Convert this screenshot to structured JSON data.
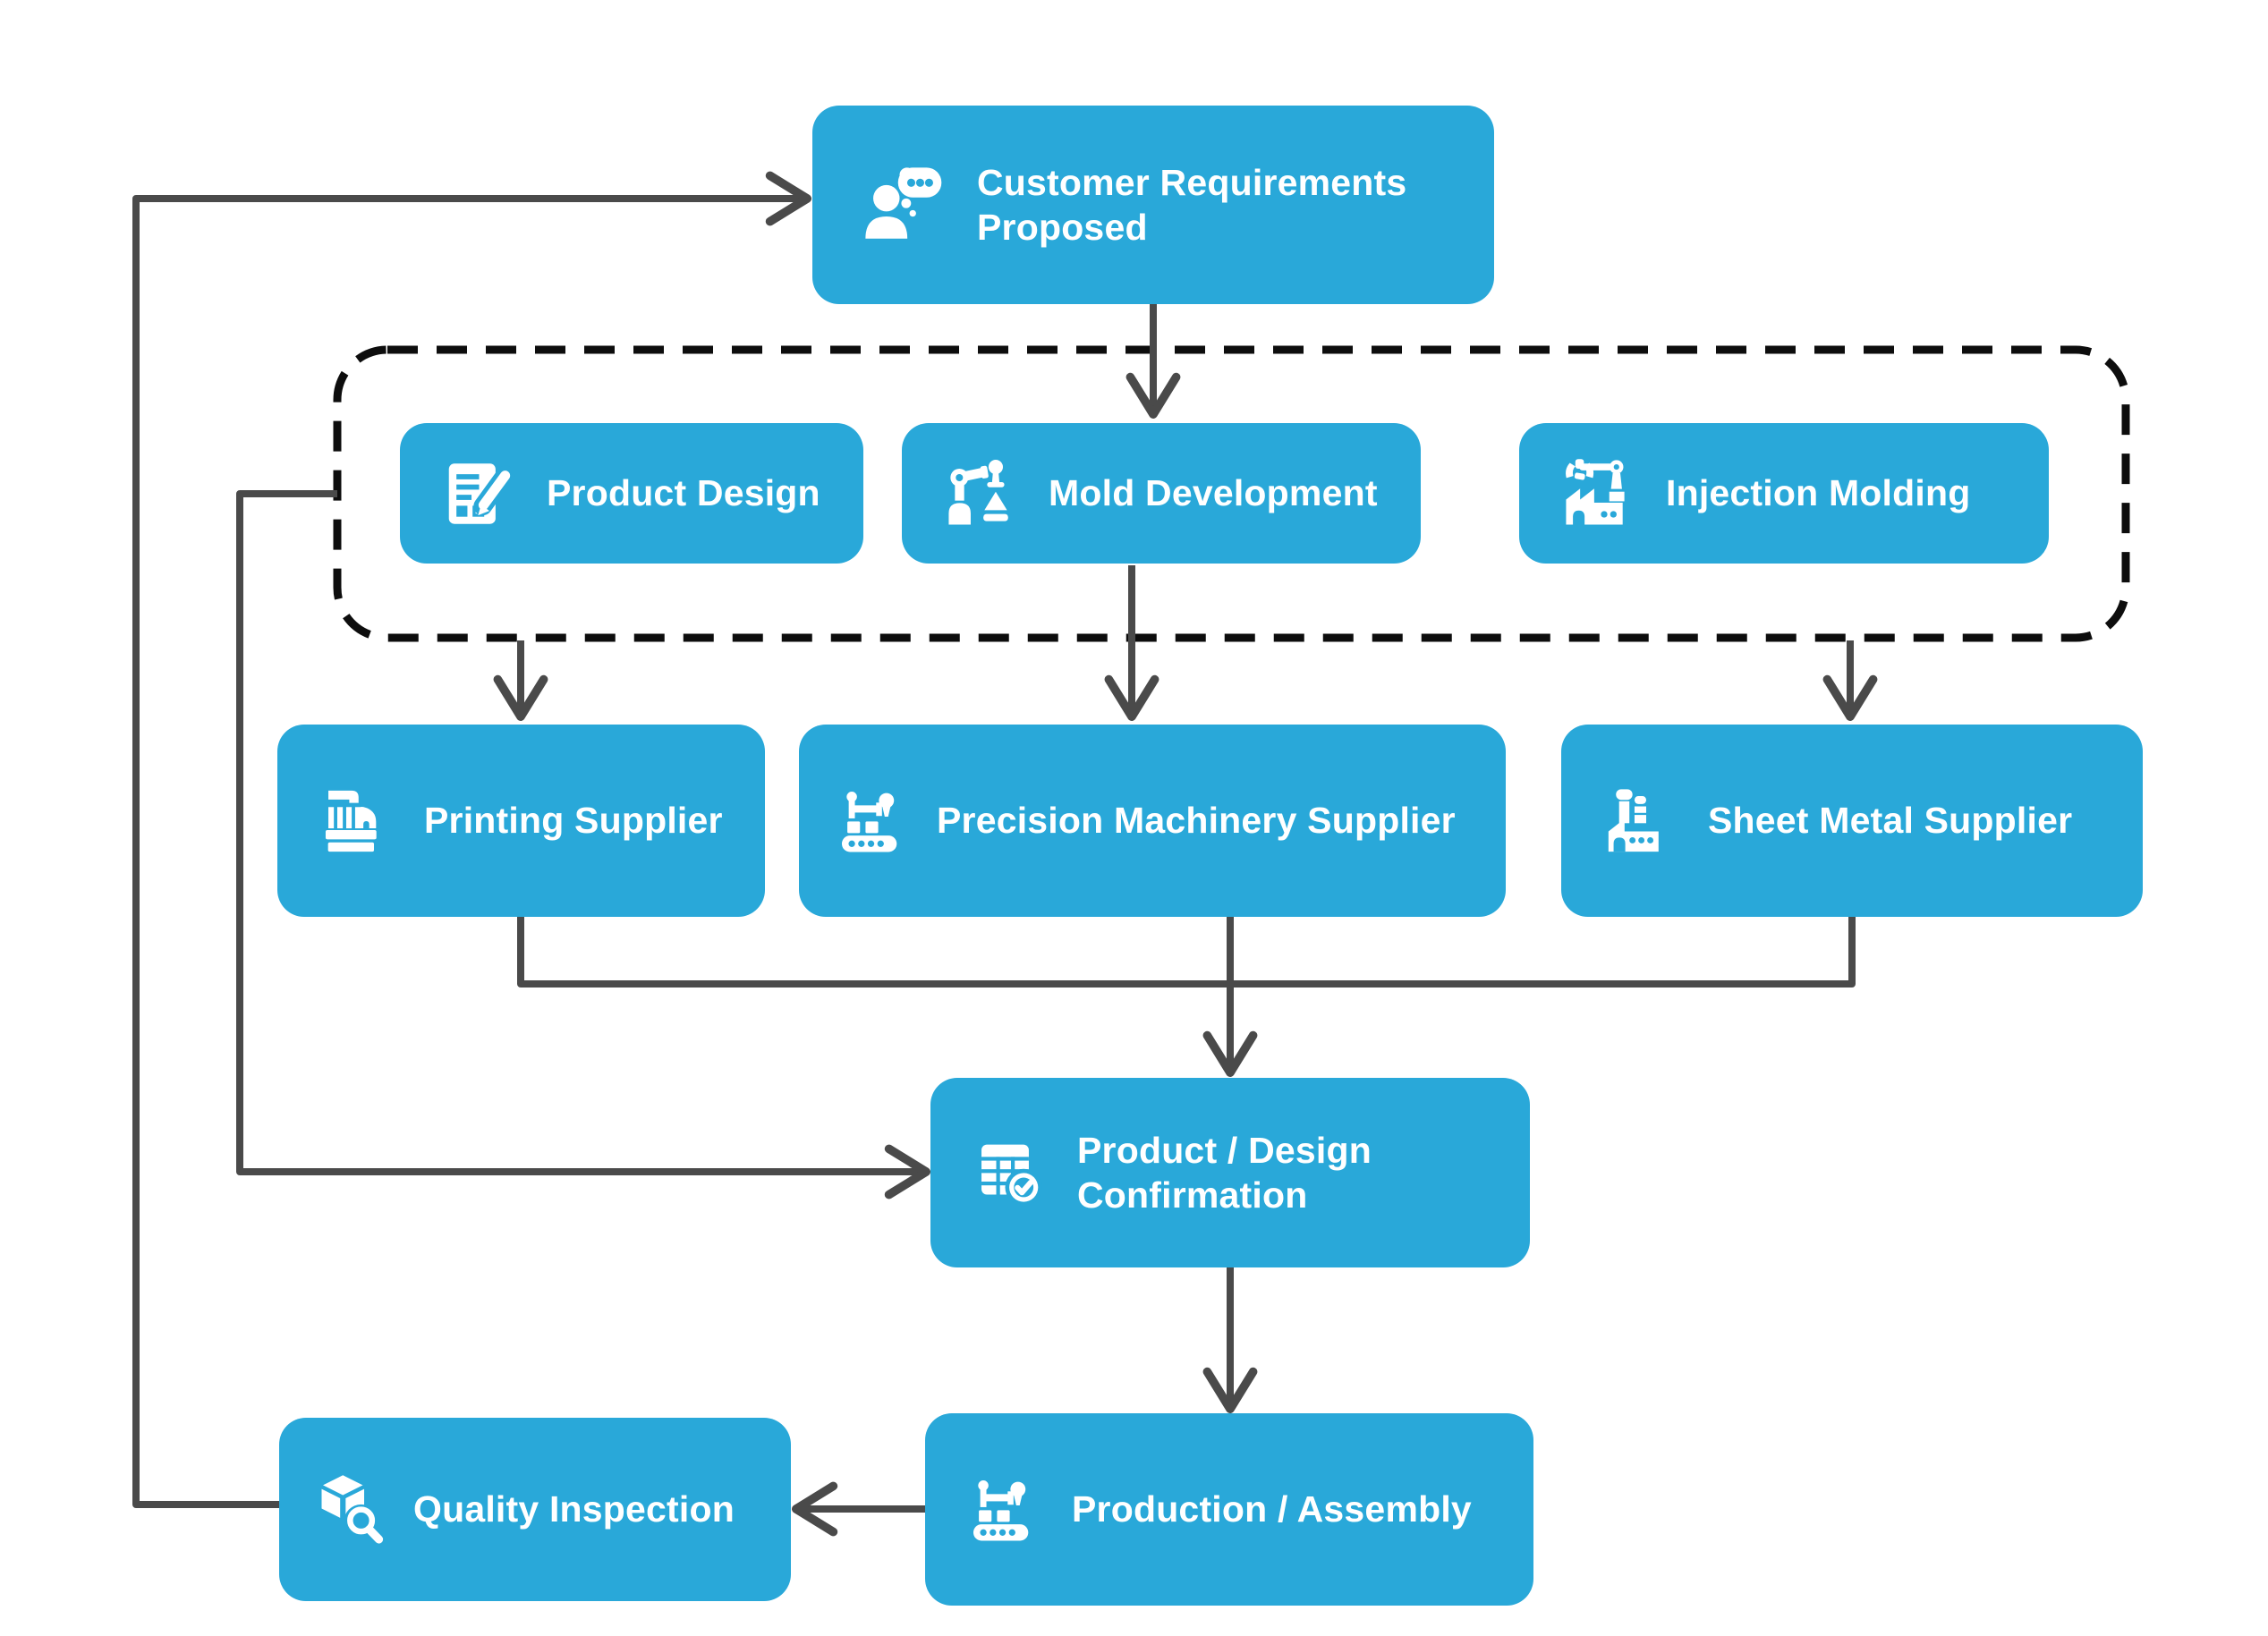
{
  "diagram": {
    "type": "flowchart",
    "background": "#ffffff",
    "colors": {
      "node_fill": "#29A8D9",
      "node_text": "#ffffff",
      "connector": "#4a4a4a",
      "group_border": "#0d0d0d"
    },
    "nodes": {
      "customer": {
        "label": "Customer Requirements Proposed",
        "icon": "person-chat-icon"
      },
      "product_design": {
        "label": "Product Design",
        "icon": "document-pencil-icon"
      },
      "mold_development": {
        "label": "Mold Development",
        "icon": "robotic-arm-icon"
      },
      "injection_molding": {
        "label": "Injection Molding",
        "icon": "factory-robot-icon"
      },
      "printing_supplier": {
        "label": "Printing Supplier",
        "icon": "printing-press-icon"
      },
      "precision_machinery": {
        "label": "Precision Machinery Supplier",
        "icon": "conveyor-machine-icon"
      },
      "sheet_metal": {
        "label": "Sheet Metal Supplier",
        "icon": "factory-icon"
      },
      "confirmation": {
        "label": "Product / Design Confirmation",
        "icon": "spreadsheet-check-icon"
      },
      "production": {
        "label": "Production / Assembly",
        "icon": "conveyor-machine-icon"
      },
      "quality": {
        "label": "Quality Inspection",
        "icon": "box-magnifier-icon"
      }
    },
    "group": {
      "style": "dashed-rounded-rect",
      "members": [
        "product_design",
        "mold_development",
        "injection_molding"
      ]
    },
    "edges": [
      {
        "from": "customer",
        "to": "mold_development"
      },
      {
        "from": "design_group",
        "to": "printing_supplier"
      },
      {
        "from": "mold_development",
        "to": "precision_machinery"
      },
      {
        "from": "design_group",
        "to": "sheet_metal"
      },
      {
        "from": "design_group",
        "to": "confirmation"
      },
      {
        "from": "printing_supplier",
        "to": "confirmation"
      },
      {
        "from": "precision_machinery",
        "to": "confirmation"
      },
      {
        "from": "sheet_metal",
        "to": "confirmation"
      },
      {
        "from": "confirmation",
        "to": "production"
      },
      {
        "from": "production",
        "to": "quality"
      },
      {
        "from": "quality",
        "to": "customer"
      }
    ]
  }
}
